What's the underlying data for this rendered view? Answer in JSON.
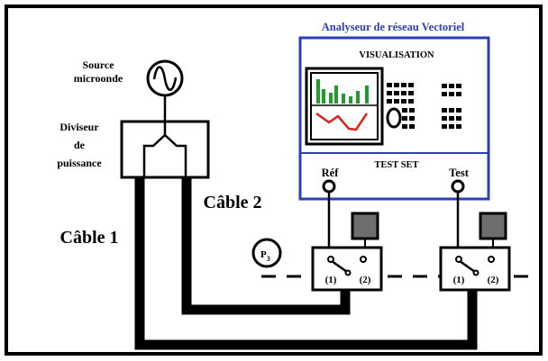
{
  "diagram": {
    "vna_title": "Analyseur de réseau Vectoriel",
    "visualisation_label": "VISUALISATION",
    "testset_label": "TEST SET",
    "port_ref_label": "Réf",
    "port_test_label": "Test",
    "source_label_line1": "Source",
    "source_label_line2": "microonde",
    "divider_label_line1": "Diviseur",
    "divider_label_line2": "de",
    "divider_label_line3": "puissance",
    "cable1_label": "Câble 1",
    "cable2_label": "Câble 2",
    "probe_label": "P",
    "probe_subscript": "3",
    "switch1_pos1": "(1)",
    "switch1_pos2": "(2)",
    "switch2_pos1": "(1)",
    "switch2_pos2": "(2)"
  },
  "colors": {
    "vna_border": "#2b3fb8",
    "title_text": "#2b3fb8",
    "screen_trace_red": "#e0201c",
    "screen_bars_green": "#1f9d2a",
    "probe_gray": "#6e6e6e",
    "frame": "#000000"
  }
}
